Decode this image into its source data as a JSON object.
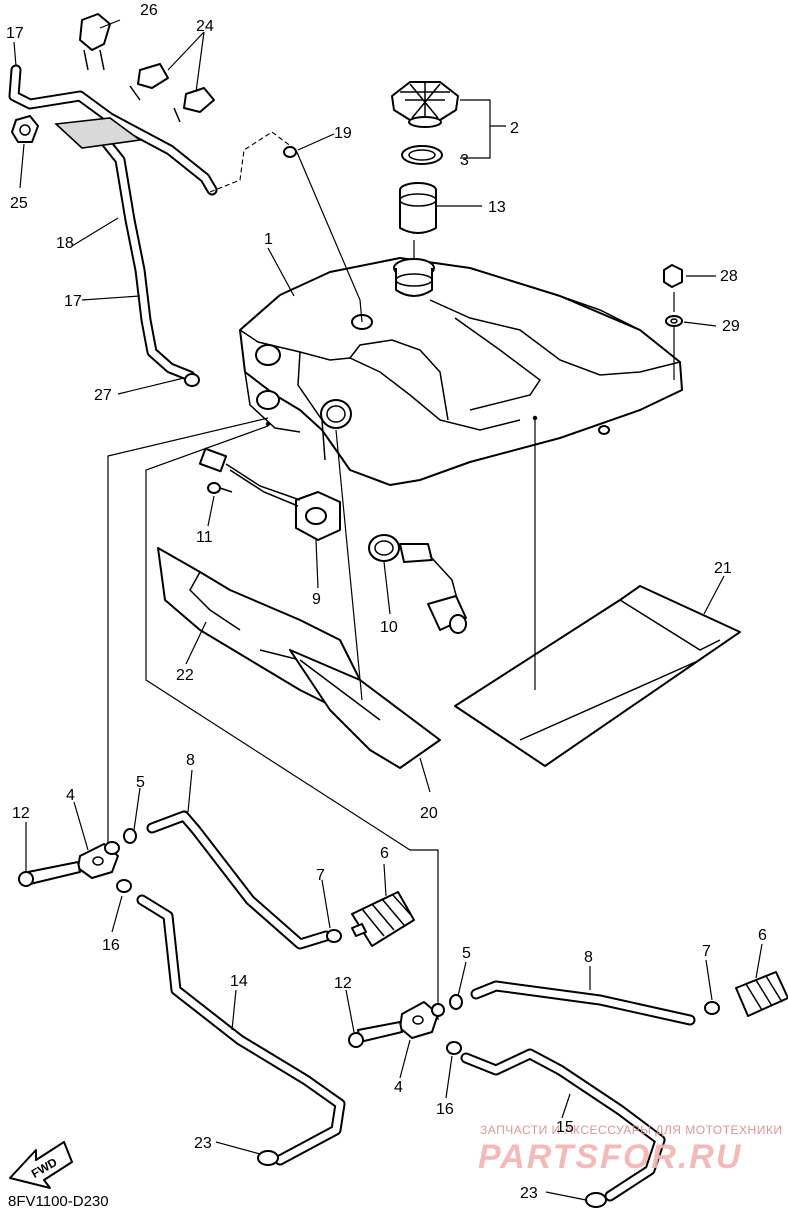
{
  "diagram_code": "8FV1100-D230",
  "fwd_label": "FWD",
  "watermark": {
    "line1": "ЗАПЧАСТИ И АКСЕССУАРЫ ДЛЯ МОТОТЕХНИКИ",
    "line2": "PARTSFOR.RU"
  },
  "callouts": {
    "c1": "1",
    "c2": "2",
    "c3": "3",
    "c4a": "4",
    "c4b": "4",
    "c5a": "5",
    "c5b": "5",
    "c6a": "6",
    "c6b": "6",
    "c7a": "7",
    "c7b": "7",
    "c8a": "8",
    "c8b": "8",
    "c9": "9",
    "c10": "10",
    "c11": "11",
    "c12a": "12",
    "c12b": "12",
    "c13": "13",
    "c14": "14",
    "c15": "15",
    "c16a": "16",
    "c16b": "16",
    "c17a": "17",
    "c17b": "17",
    "c18": "18",
    "c19": "19",
    "c20": "20",
    "c21": "21",
    "c22": "22",
    "c23a": "23",
    "c23b": "23",
    "c24": "24",
    "c25": "25",
    "c26": "26",
    "c27": "27",
    "c28": "28",
    "c29": "29"
  }
}
